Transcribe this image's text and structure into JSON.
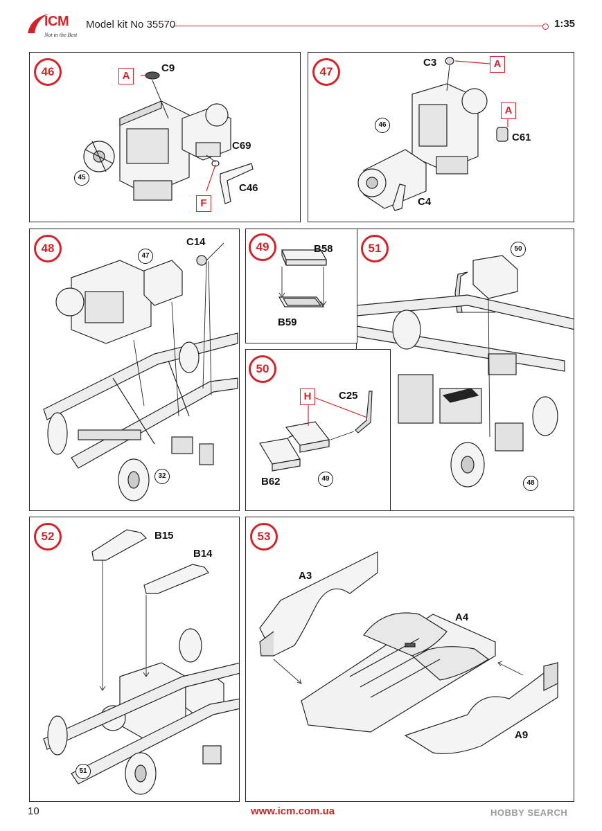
{
  "header": {
    "logo": "ICM",
    "logo_tagline": "Not in the Best",
    "kit_title": "Model kit No 35570",
    "scale": "1:35"
  },
  "steps": [
    {
      "number": "46",
      "parts": [
        "C9",
        "C69",
        "C46"
      ],
      "refs": [
        "45"
      ],
      "marks": [
        "A",
        "F"
      ]
    },
    {
      "number": "47",
      "parts": [
        "C3",
        "C61",
        "C4"
      ],
      "refs": [
        "46"
      ],
      "marks": [
        "A",
        "A"
      ]
    },
    {
      "number": "48",
      "parts": [
        "C14"
      ],
      "refs": [
        "47",
        "32"
      ],
      "marks": []
    },
    {
      "number": "49",
      "parts": [
        "B58",
        "B59"
      ],
      "refs": [],
      "marks": []
    },
    {
      "number": "50",
      "parts": [
        "C25",
        "B62"
      ],
      "refs": [
        "49"
      ],
      "marks": [
        "H"
      ]
    },
    {
      "number": "51",
      "parts": [],
      "refs": [
        "50",
        "48"
      ],
      "marks": []
    },
    {
      "number": "52",
      "parts": [
        "B15",
        "B14"
      ],
      "refs": [
        "51"
      ],
      "marks": []
    },
    {
      "number": "53",
      "parts": [
        "A3",
        "A4",
        "A9"
      ],
      "refs": [],
      "marks": []
    }
  ],
  "footer": {
    "page_number": "10",
    "url": "www.icm.com.ua",
    "watermark": "HOBBY SEARCH"
  },
  "colors": {
    "accent": "#d2232a",
    "line": "#222222",
    "watermark": "#9a9a9a"
  }
}
